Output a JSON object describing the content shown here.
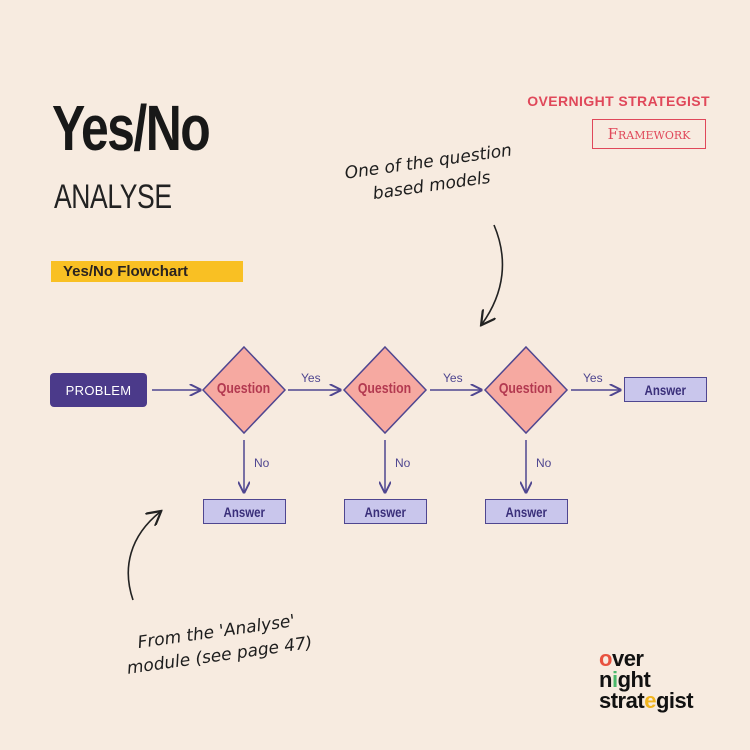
{
  "title": "Yes/No",
  "subtitle": "ANALYSE",
  "brand": {
    "top_label": "OVERNIGHT STRATEGIST",
    "badge": "Framework"
  },
  "tag": "Yes/No Flowchart",
  "flow": {
    "start": "PROBLEM",
    "question_label": "Question",
    "answer_label": "Answer",
    "yes_label": "Yes",
    "no_label": "No"
  },
  "notes": {
    "top": [
      "One of the question",
      "based models"
    ],
    "bottom": [
      "From the 'Analyse'",
      "module (see page 47)"
    ]
  },
  "logo": {
    "line1_a": "o",
    "line1_b": "ver",
    "line2_a": "n",
    "line2_b": "i",
    "line2_c": "ght",
    "line3_a": "strat",
    "line3_b": "e",
    "line3_c": "gist"
  },
  "colors": {
    "background": "#f7ebe0",
    "accent_red": "#e0485a",
    "diamond_fill": "#f6a9a1",
    "answer_fill": "#c9c6ec",
    "problem_fill": "#4b3a8a",
    "tag_yellow": "#f9c023"
  }
}
